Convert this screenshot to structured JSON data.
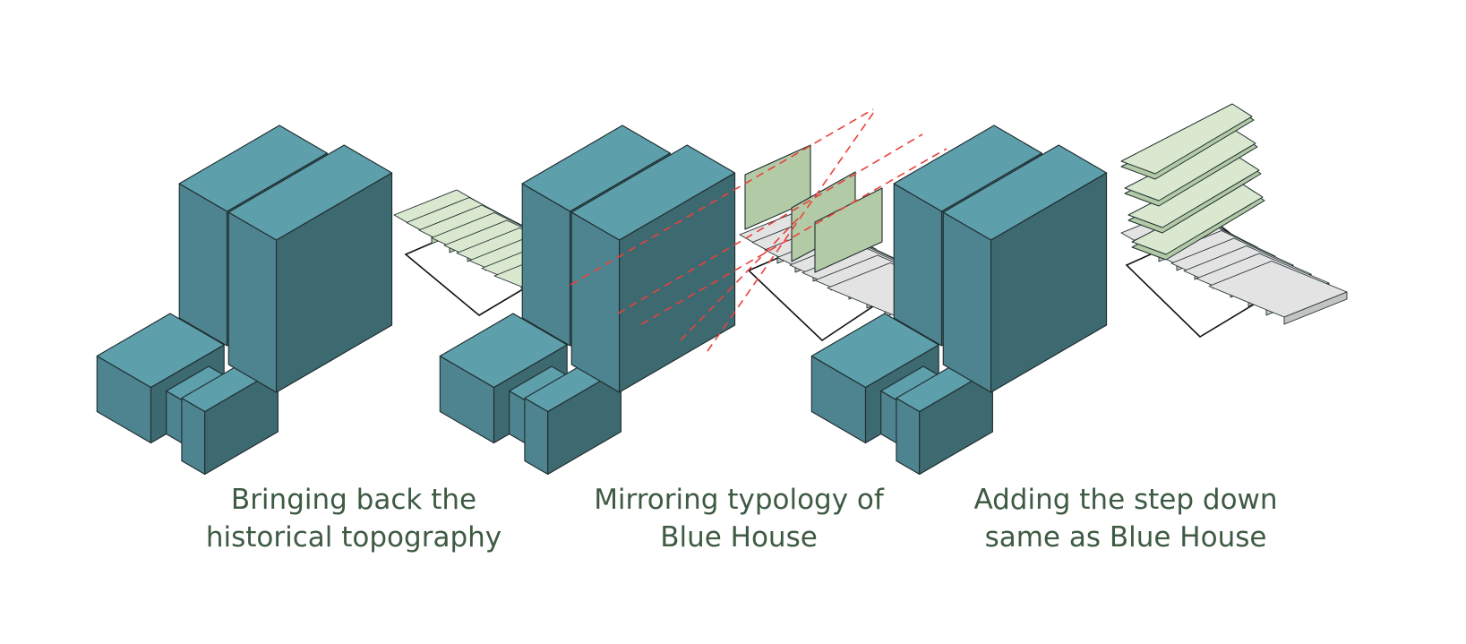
{
  "colors": {
    "block_top": "#5d9fab",
    "block_left": "#4e8390",
    "block_right": "#3d6970",
    "green_top": "#d9e8cf",
    "green_side": "#b3caa6",
    "grey_top": "#e3e3e3",
    "grey_side": "#c3c3c3",
    "dash": "#e8413c",
    "caption": "#3e5a43"
  },
  "panels": [
    {
      "name": "topography",
      "caption": [
        "Bringing back the",
        "historical topography"
      ],
      "overlay": "green-terraces"
    },
    {
      "name": "mirroring",
      "caption": [
        "Mirroring typology of",
        "Blue House"
      ],
      "overlay": "mirror-planes"
    },
    {
      "name": "step-down",
      "caption": [
        "Adding the step down",
        "same as Blue House"
      ],
      "overlay": "stacked-slabs"
    }
  ]
}
